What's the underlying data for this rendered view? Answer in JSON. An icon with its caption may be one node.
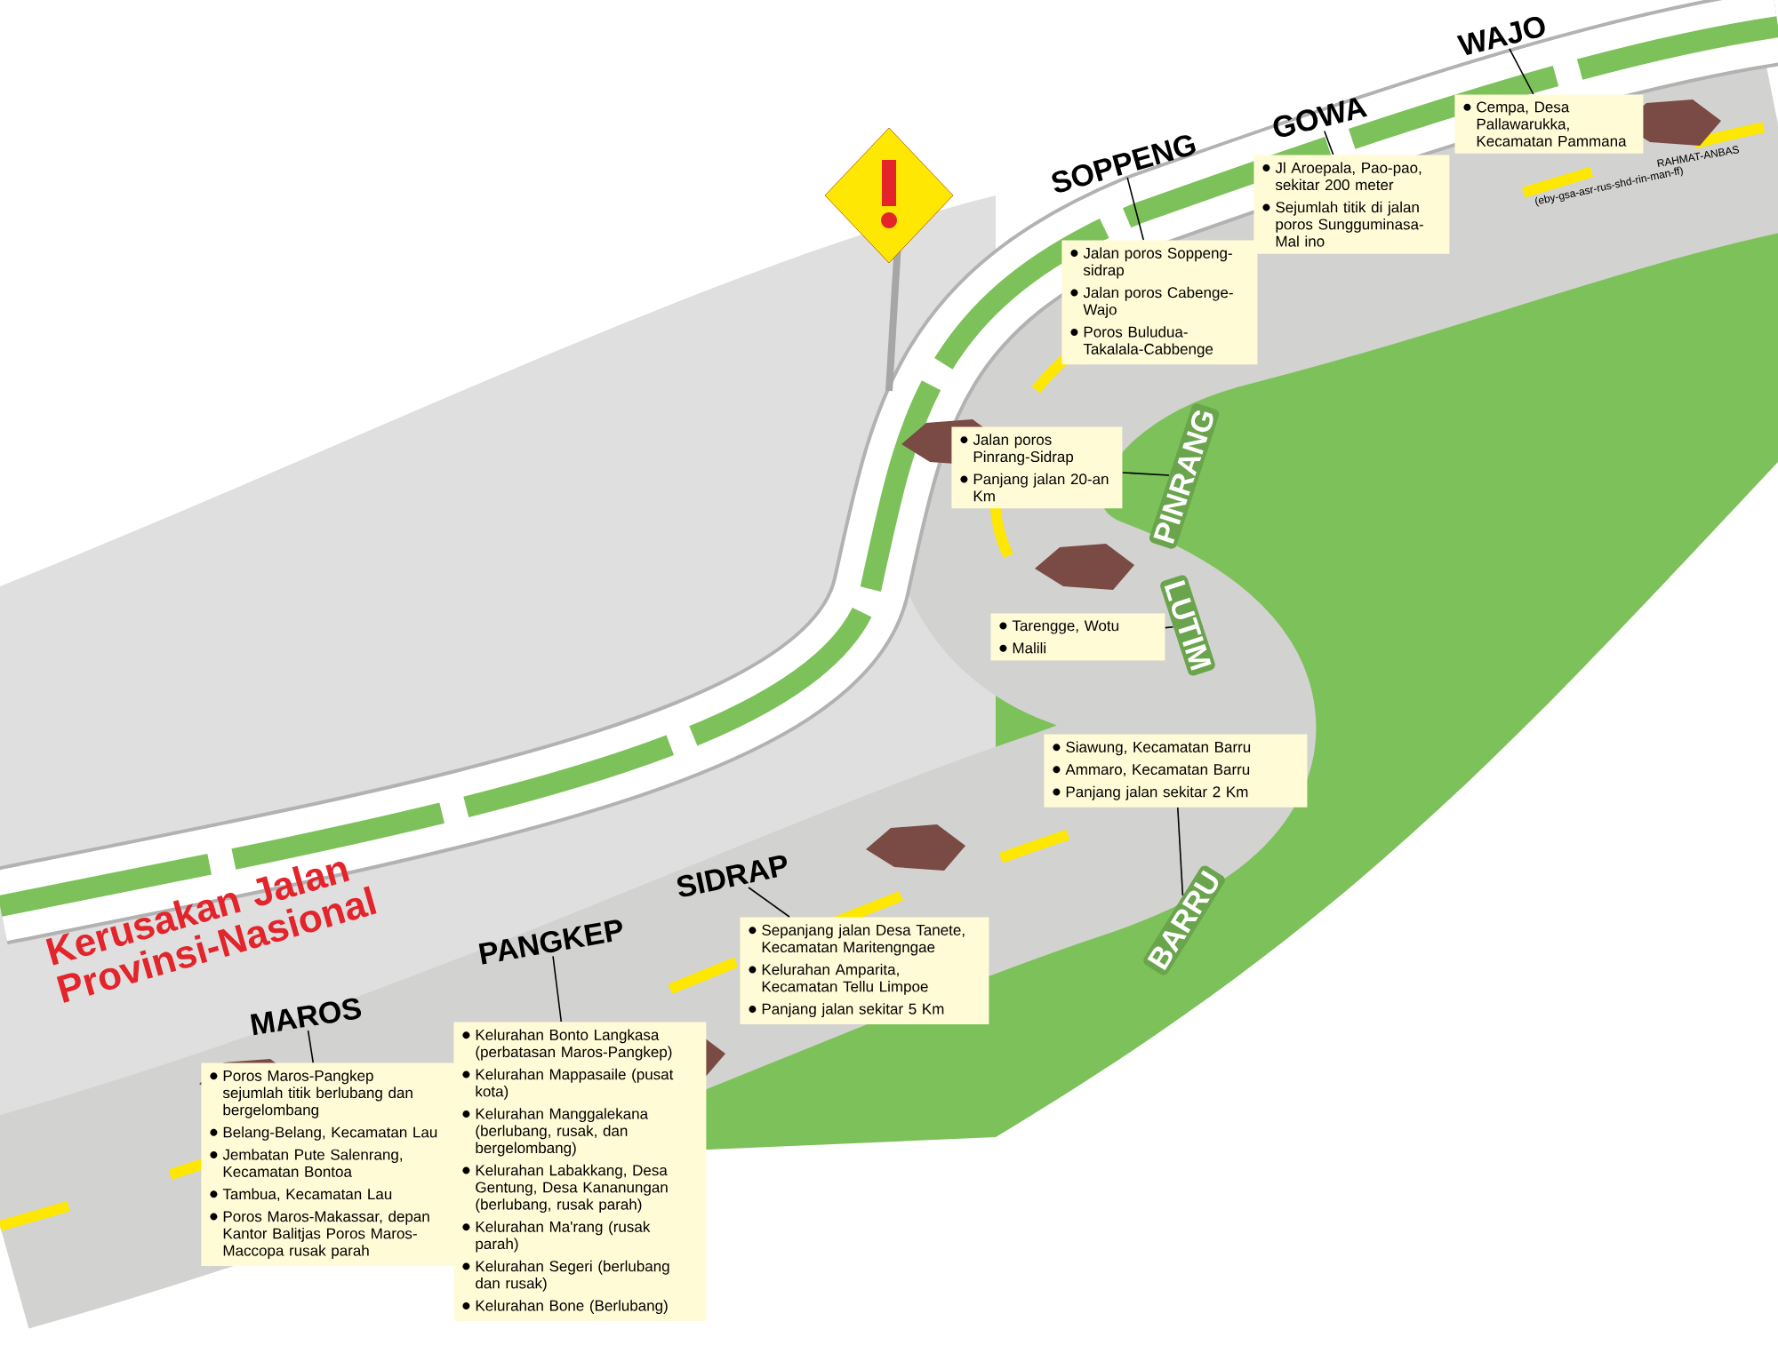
{
  "diagram": {
    "title": "Kerusakan Jalan Provinsi-Nasional",
    "nodes": [
      {
        "text": [
          "MAROS"
        ]
      },
      {
        "text": [
          "Poros Maros-Pangkep sejumlah titik berlubang dan bergelombang",
          "Belang-Belang, Kecamatan Lau",
          "Jembatan Pute Salenrang, Kecamatan Bontoa",
          "Tambua, Kecamatan Lau",
          "Poros Maros-Makassar, depan Kantor Balitjas Poros Maros-Maccopa rusak parah"
        ]
      },
      {
        "text": [
          "PANGKEP"
        ]
      },
      {
        "text": [
          "Kelurahan Bonto Langkasa (perbatasan Maros-Pangkep)",
          "Kelurahan Mappasaile (pusat kota)",
          "Kelurahan Manggalekana (berlubang, rusak, dan bergelombang)",
          "Kelurahan Labakkang, Desa Gentung, Desa Kananungan (berlubang, rusak parah)",
          "Kelurahan Ma'rang (rusak parah)",
          "Kelurahan Segeri (berlubang dan rusak)",
          "Kelurahan Bone (Berlubang)"
        ]
      },
      {
        "text": [
          "SIDRAP"
        ]
      },
      {
        "text": [
          "Sepanjang jalan Desa Tanete, Kecamatan Maritengngae",
          "Kelurahan Amparita, Kecamatan Tellu Limpoe",
          "Panjang jalan sekitar 5 Km"
        ]
      },
      {
        "text": [
          "BARRU"
        ]
      },
      {
        "text": [
          "Siawung, Kecamatan Barru",
          "Ammaro, Kecamatan Barru",
          "Panjang jalan sekitar 2 Km"
        ]
      },
      {
        "text": [
          "LUTIM"
        ]
      },
      {
        "text": [
          "Tarengge, Wotu",
          "Malili"
        ]
      },
      {
        "text": [
          "PINRANG"
        ]
      },
      {
        "text": [
          "Jalan poros Pinrang-Sidrap",
          "Panjang jalan 20-an Km"
        ]
      },
      {
        "text": [
          "SOPPENG"
        ]
      },
      {
        "text": [
          "Jalan poros Soppeng-sidrap",
          "Jalan poros Cabenge-Wajo",
          "Poros Buludua-Takalala-Cabbenge"
        ]
      },
      {
        "text": [
          "GOWA"
        ]
      },
      {
        "text": [
          "Jl Aroepala, Pao-pao, sekitar 200 meter",
          "Sejumlah titik di jalan poros Sungguminasa-Mal ino"
        ]
      },
      {
        "text": [
          "WAJO"
        ]
      },
      {
        "text": [
          "Cempa, Desa Pallawarukka, Kecamatan Pammana"
        ]
      }
    ],
    "edges": [
      {
        "from": 0,
        "to": 1,
        "arrow": "none"
      },
      {
        "from": 2,
        "to": 3,
        "arrow": "none"
      },
      {
        "from": 4,
        "to": 5,
        "arrow": "none"
      },
      {
        "from": 6,
        "to": 7,
        "arrow": "none"
      },
      {
        "from": 8,
        "to": 9,
        "arrow": "none"
      },
      {
        "from": 10,
        "to": 11,
        "arrow": "none"
      },
      {
        "from": 12,
        "to": 13,
        "arrow": "none"
      },
      {
        "from": 14,
        "to": 15,
        "arrow": "none"
      },
      {
        "from": 16,
        "to": 17,
        "arrow": "none"
      }
    ],
    "labels": [
      "(eby-gsa-asr-rus-shd-rin-man-ff)",
      "RAHMAT-ANBAS"
    ]
  }
}
